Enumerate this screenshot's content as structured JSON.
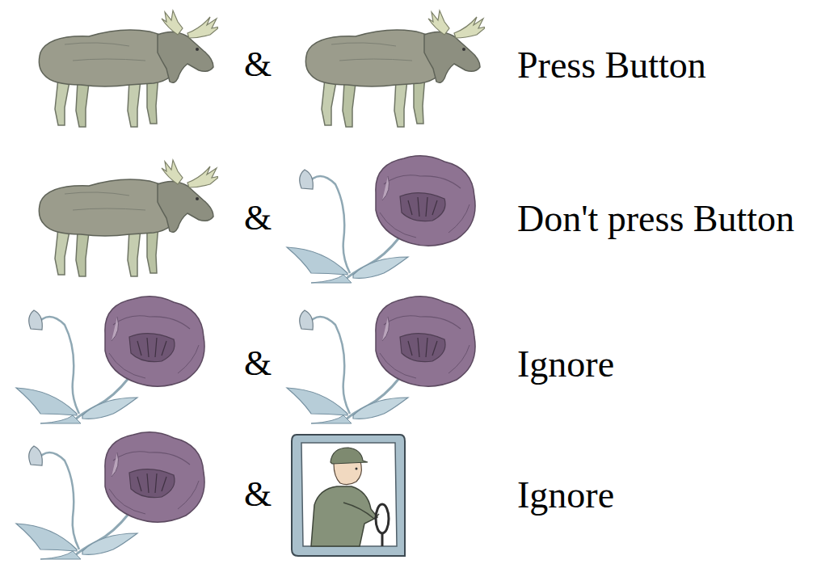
{
  "diagram": {
    "labels": [
      "&",
      "Press Button",
      "&",
      "Don't press Button",
      "&",
      "Ignore",
      "&",
      "Ignore"
    ]
  }
}
